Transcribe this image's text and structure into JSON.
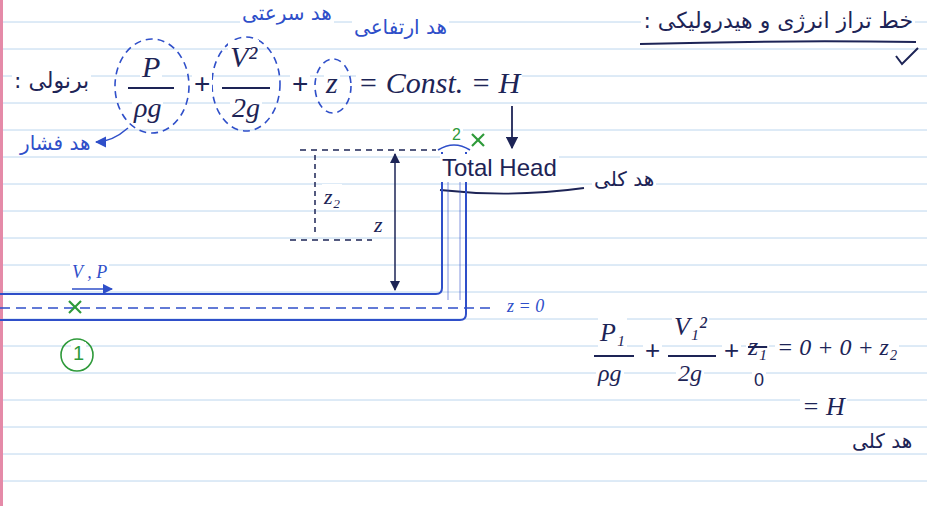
{
  "diagram": {
    "title": "خط تراز انرژی و هیدرولیکی :",
    "labels": [
      "برنولی :",
      "P",
      "ρg",
      "+",
      "V²",
      "2g",
      "+",
      "z",
      "= Const. = H",
      "هد فشار",
      "هد سرعتی",
      "هد ارتفاعی",
      "Total Head",
      "هد کلی",
      "2",
      "z₂",
      "z",
      "V , P",
      "1",
      "z = 0",
      "P₁",
      "ρg",
      "+",
      "V₁²",
      "2g",
      "+",
      "z₁",
      "0",
      "= 0 + 0 + z₂",
      "= H",
      "هد کلی"
    ]
  }
}
